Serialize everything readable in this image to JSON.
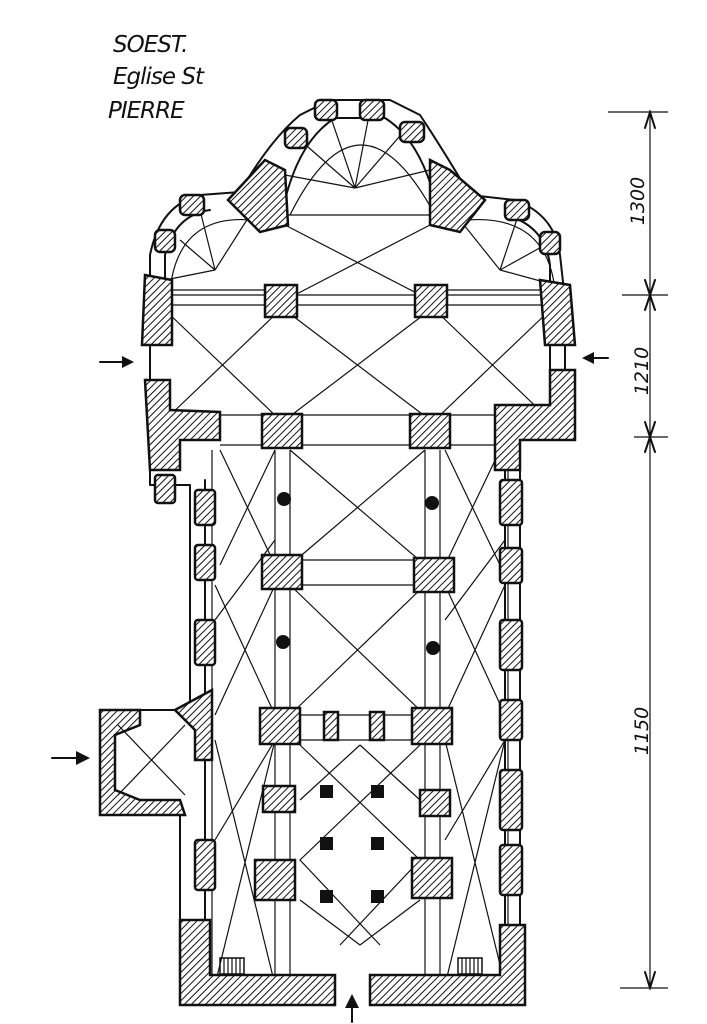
{
  "title": {
    "line1": "SOEST.",
    "line2": "Eglise St",
    "line3": "PIERRE"
  },
  "dimensions": [
    {
      "label": "1300"
    },
    {
      "label": "1210"
    },
    {
      "label": "1150"
    }
  ],
  "colors": {
    "ink": "#111111",
    "paper": "#ffffff"
  }
}
